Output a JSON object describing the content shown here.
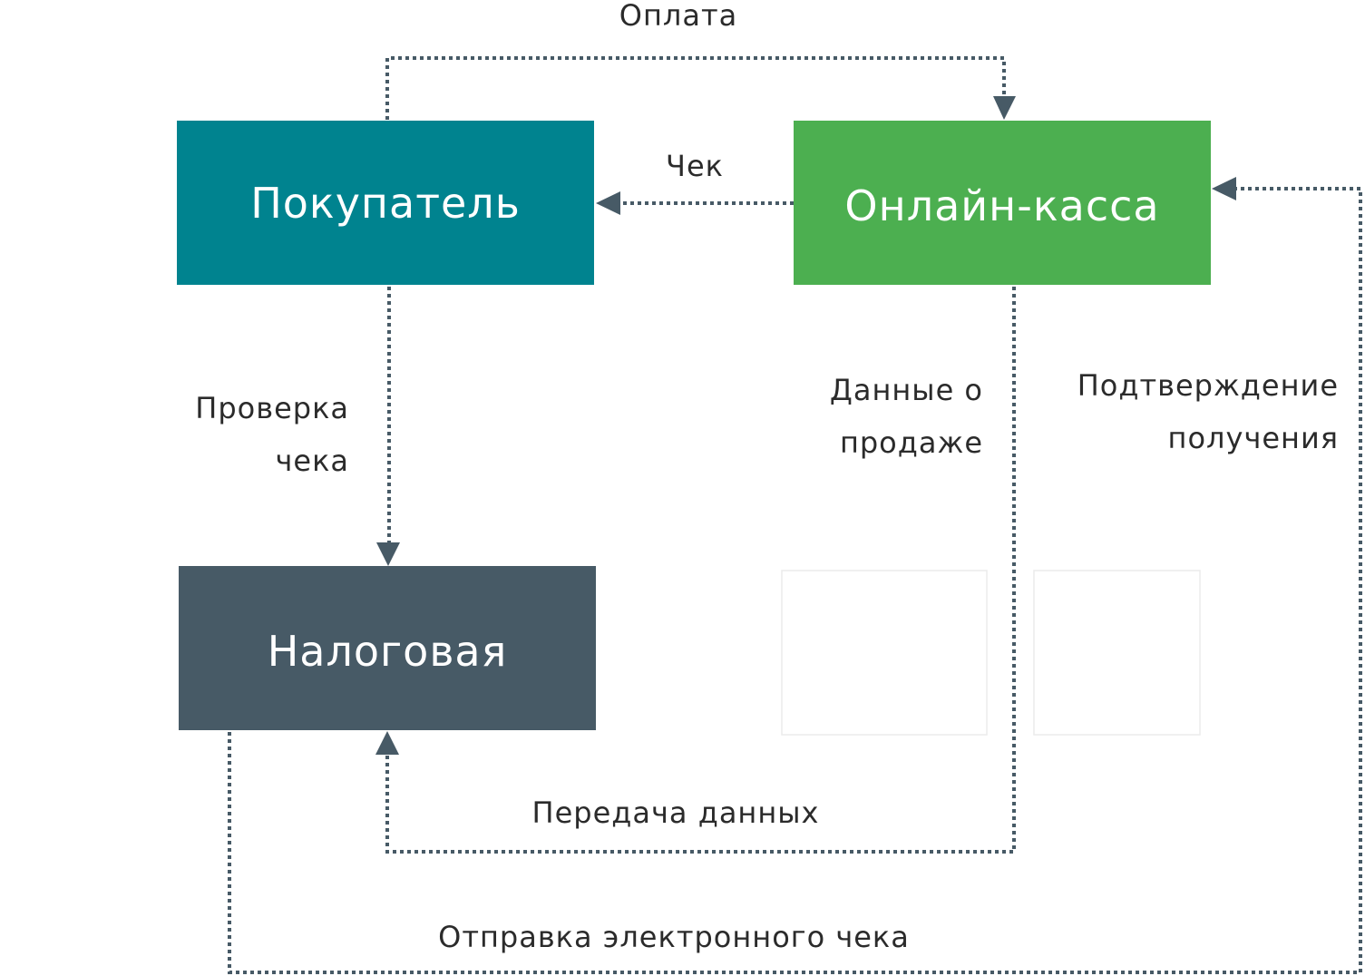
{
  "nodes": {
    "buyer": "Покупатель",
    "register": "Онлайн-касса",
    "tax": "Налоговая"
  },
  "edges": {
    "payment": "Оплата",
    "receipt": "Чек",
    "check_receipt": [
      "Проверка",
      "чека"
    ],
    "sale_data": [
      "Данные о",
      "продаже"
    ],
    "confirmation": [
      "Подтверждение",
      "получения"
    ],
    "data_transfer": "Передача данных",
    "send_e_receipt": "Отправка электронного чека"
  },
  "colors": {
    "buyer": "#00838F",
    "register": "#4CAF50",
    "tax": "#475A66",
    "connector": "#475A66"
  }
}
